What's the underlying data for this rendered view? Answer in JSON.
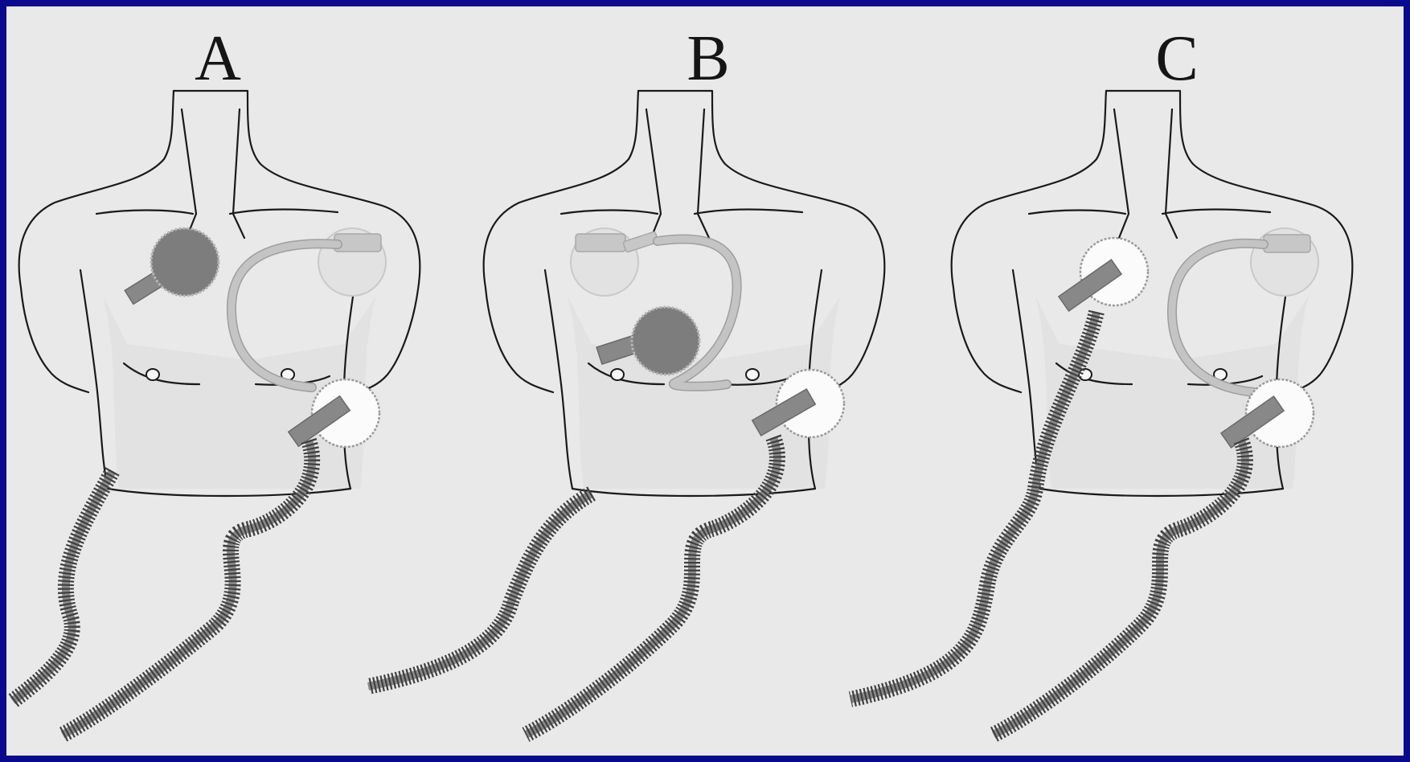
{
  "figure": {
    "panels": [
      {
        "id": "panel-a",
        "label": "A",
        "drive_line_side": "right-lower",
        "dark_site": "right-upper"
      },
      {
        "id": "panel-b",
        "label": "B",
        "drive_line_side": "right-lower",
        "dark_site": "center"
      },
      {
        "id": "panel-c",
        "label": "C",
        "drive_line_side": "both",
        "dark_site": "none"
      }
    ]
  },
  "colors": {
    "frame_border": "#0a0a8c",
    "background": "#e9e9e9",
    "line": "#1a1a1a",
    "hose": "#8a8a8a",
    "port_dark": "#7d7d7d",
    "port_light": "#fbfbfb"
  }
}
